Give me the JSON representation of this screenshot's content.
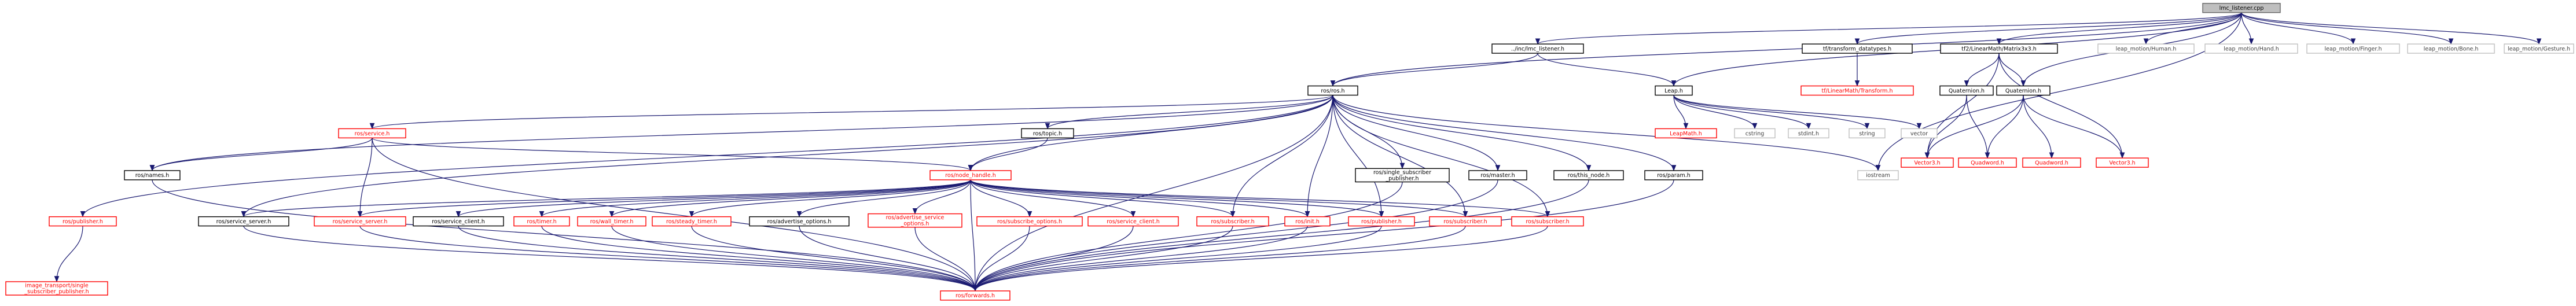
{
  "nodes": [
    {
      "id": "root",
      "label": "lmc_listener.cpp",
      "style": "root"
    },
    {
      "id": "inc_lmc",
      "label": "../inc/lmc_listener.h",
      "style": "black"
    },
    {
      "id": "tf_dt",
      "label": "tf/transform_datatypes.h",
      "style": "black"
    },
    {
      "id": "tf2_m",
      "label": "tf2/LinearMath/Matrix3x3.h",
      "style": "black"
    },
    {
      "id": "lm_human",
      "label": "leap_motion/Human.h",
      "style": "gray"
    },
    {
      "id": "lm_hand",
      "label": "leap_motion/Hand.h",
      "style": "gray"
    },
    {
      "id": "lm_finger",
      "label": "leap_motion/Finger.h",
      "style": "gray"
    },
    {
      "id": "lm_bone",
      "label": "leap_motion/Bone.h",
      "style": "gray"
    },
    {
      "id": "lm_gesture",
      "label": "leap_motion/Gesture.h",
      "style": "gray"
    },
    {
      "id": "ros",
      "label": "ros/ros.h",
      "style": "black"
    },
    {
      "id": "tf_lmt",
      "label": "tf/LinearMath/Transform.h",
      "style": "red"
    },
    {
      "id": "leap",
      "label": "Leap.h",
      "style": "black"
    },
    {
      "id": "q1",
      "label": "Quaternion.h",
      "style": "black"
    },
    {
      "id": "q2",
      "label": "Quaternion.h",
      "style": "black"
    },
    {
      "id": "service",
      "label": "ros/service.h",
      "style": "red"
    },
    {
      "id": "topic",
      "label": "ros/topic.h",
      "style": "black"
    },
    {
      "id": "leapmath",
      "label": "LeapMath.h",
      "style": "red"
    },
    {
      "id": "cstring",
      "label": "cstring",
      "style": "gray"
    },
    {
      "id": "stdint",
      "label": "stdint.h",
      "style": "gray"
    },
    {
      "id": "string",
      "label": "string",
      "style": "gray"
    },
    {
      "id": "vector",
      "label": "vector",
      "style": "gray"
    },
    {
      "id": "v3a",
      "label": "Vector3.h",
      "style": "red"
    },
    {
      "id": "qw1",
      "label": "Quadword.h",
      "style": "red"
    },
    {
      "id": "qw2",
      "label": "Quadword.h",
      "style": "red"
    },
    {
      "id": "v3b",
      "label": "Vector3.h",
      "style": "red"
    },
    {
      "id": "iostream",
      "label": "iostream",
      "style": "gray"
    },
    {
      "id": "names",
      "label": "ros/names.h",
      "style": "black"
    },
    {
      "id": "nh",
      "label": "ros/node_handle.h",
      "style": "red"
    },
    {
      "id": "ssp",
      "label": [
        "ros/single_subscriber",
        "_publisher.h"
      ],
      "style": "black"
    },
    {
      "id": "master",
      "label": "ros/master.h",
      "style": "black"
    },
    {
      "id": "thisnode",
      "label": "ros/this_node.h",
      "style": "black"
    },
    {
      "id": "param",
      "label": "ros/param.h",
      "style": "black"
    },
    {
      "id": "publisher1",
      "label": "ros/publisher.h",
      "style": "red"
    },
    {
      "id": "ss1",
      "label": "ros/service_server.h",
      "style": "black"
    },
    {
      "id": "ss2",
      "label": "ros/service_server.h",
      "style": "red"
    },
    {
      "id": "sc1",
      "label": "ros/service_client.h",
      "style": "black"
    },
    {
      "id": "timer",
      "label": "ros/timer.h",
      "style": "red"
    },
    {
      "id": "walltimer",
      "label": "ros/wall_timer.h",
      "style": "red"
    },
    {
      "id": "steadytimer",
      "label": "ros/steady_timer.h",
      "style": "red"
    },
    {
      "id": "advopt",
      "label": "ros/advertise_options.h",
      "style": "black"
    },
    {
      "id": "advsrvopt",
      "label": [
        "ros/advertise_service",
        "_options.h"
      ],
      "style": "red"
    },
    {
      "id": "subopt",
      "label": "ros/subscribe_options.h",
      "style": "red"
    },
    {
      "id": "sc2",
      "label": "ros/service_client.h",
      "style": "red"
    },
    {
      "id": "sub1",
      "label": "ros/subscriber.h",
      "style": "red"
    },
    {
      "id": "init",
      "label": "ros/init.h",
      "style": "red"
    },
    {
      "id": "pub2",
      "label": "ros/publisher.h",
      "style": "red"
    },
    {
      "id": "sub2",
      "label": "ros/subscriber.h",
      "style": "red"
    },
    {
      "id": "sub3",
      "label": "ros/subscriber.h",
      "style": "red"
    },
    {
      "id": "imgtr",
      "label": [
        "image_transport/single",
        "_subscriber_publisher.h"
      ],
      "style": "red"
    },
    {
      "id": "forwards",
      "label": "ros/forwards.h",
      "style": "red"
    }
  ],
  "edges": [
    [
      "root",
      "inc_lmc"
    ],
    [
      "root",
      "tf_dt"
    ],
    [
      "root",
      "tf2_m"
    ],
    [
      "root",
      "lm_human"
    ],
    [
      "root",
      "lm_hand"
    ],
    [
      "root",
      "lm_finger"
    ],
    [
      "root",
      "lm_bone"
    ],
    [
      "root",
      "lm_gesture"
    ],
    [
      "root",
      "ros"
    ],
    [
      "root",
      "leap"
    ],
    [
      "root",
      "q2"
    ],
    [
      "root",
      "iostream"
    ],
    [
      "inc_lmc",
      "ros"
    ],
    [
      "inc_lmc",
      "leap"
    ],
    [
      "tf_dt",
      "tf_lmt"
    ],
    [
      "tf2_m",
      "q1"
    ],
    [
      "tf2_m",
      "q2"
    ],
    [
      "tf2_m",
      "v3a"
    ],
    [
      "tf2_m",
      "v3b"
    ],
    [
      "leap",
      "leapmath"
    ],
    [
      "leap",
      "cstring"
    ],
    [
      "leap",
      "stdint"
    ],
    [
      "leap",
      "string"
    ],
    [
      "leap",
      "vector"
    ],
    [
      "q1",
      "v3a"
    ],
    [
      "q1",
      "qw1"
    ],
    [
      "q2",
      "v3a"
    ],
    [
      "q2",
      "qw1"
    ],
    [
      "q2",
      "qw2"
    ],
    [
      "q2",
      "v3b"
    ],
    [
      "ros",
      "service"
    ],
    [
      "ros",
      "topic"
    ],
    [
      "ros",
      "names"
    ],
    [
      "ros",
      "nh"
    ],
    [
      "ros",
      "ssp"
    ],
    [
      "ros",
      "master"
    ],
    [
      "ros",
      "thisnode"
    ],
    [
      "ros",
      "param"
    ],
    [
      "ros",
      "iostream"
    ],
    [
      "ros",
      "publisher1"
    ],
    [
      "ros",
      "ss1"
    ],
    [
      "ros",
      "sub1"
    ],
    [
      "ros",
      "init"
    ],
    [
      "ros",
      "pub2"
    ],
    [
      "ros",
      "sub2"
    ],
    [
      "ros",
      "sub3"
    ],
    [
      "ros",
      "forwards"
    ],
    [
      "service",
      "names"
    ],
    [
      "service",
      "nh"
    ],
    [
      "service",
      "ss2"
    ],
    [
      "service",
      "forwards"
    ],
    [
      "topic",
      "nh"
    ],
    [
      "names",
      "forwards"
    ],
    [
      "nh",
      "ss1"
    ],
    [
      "nh",
      "ss2"
    ],
    [
      "nh",
      "sc1"
    ],
    [
      "nh",
      "timer"
    ],
    [
      "nh",
      "walltimer"
    ],
    [
      "nh",
      "steadytimer"
    ],
    [
      "nh",
      "advopt"
    ],
    [
      "nh",
      "advsrvopt"
    ],
    [
      "nh",
      "subopt"
    ],
    [
      "nh",
      "sc2"
    ],
    [
      "nh",
      "sub1"
    ],
    [
      "nh",
      "init"
    ],
    [
      "nh",
      "pub2"
    ],
    [
      "nh",
      "sub2"
    ],
    [
      "nh",
      "sub3"
    ],
    [
      "nh",
      "forwards"
    ],
    [
      "ssp",
      "forwards"
    ],
    [
      "master",
      "forwards"
    ],
    [
      "thisnode",
      "forwards"
    ],
    [
      "param",
      "forwards"
    ],
    [
      "publisher1",
      "imgtr"
    ],
    [
      "ss1",
      "forwards"
    ],
    [
      "ss2",
      "forwards"
    ],
    [
      "sc1",
      "forwards"
    ],
    [
      "timer",
      "forwards"
    ],
    [
      "walltimer",
      "forwards"
    ],
    [
      "steadytimer",
      "forwards"
    ],
    [
      "advopt",
      "forwards"
    ],
    [
      "advsrvopt",
      "forwards"
    ],
    [
      "subopt",
      "forwards"
    ],
    [
      "sc2",
      "forwards"
    ],
    [
      "sub1",
      "forwards"
    ],
    [
      "init",
      "forwards"
    ],
    [
      "pub2",
      "forwards"
    ],
    [
      "sub2",
      "forwards"
    ],
    [
      "sub3",
      "forwards"
    ]
  ]
}
